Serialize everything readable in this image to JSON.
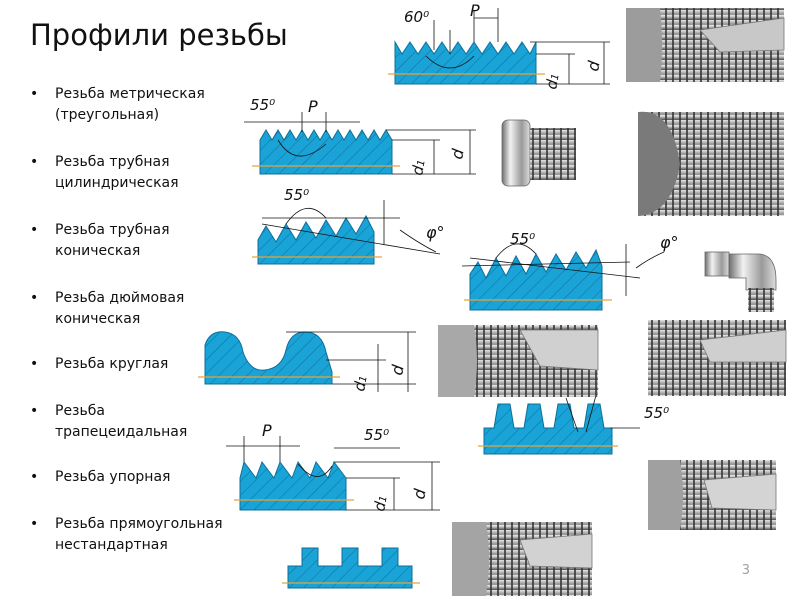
{
  "title": "Профили резьбы",
  "bullet_glyph": "•",
  "thread_types": [
    {
      "line1": "Резьба метрическая",
      "line2": "(треугольная)"
    },
    {
      "line1": "Резьба трубная",
      "line2": "цилиндрическая"
    },
    {
      "line1": "Резьба трубная",
      "line2": "коническая"
    },
    {
      "line1": "Резьба дюймовая",
      "line2": "коническая"
    },
    {
      "line1": "Резьба круглая",
      "line2": ""
    },
    {
      "line1": "Резьба",
      "line2": "трапецеидальная"
    },
    {
      "line1": "Резьба упорная",
      "line2": ""
    },
    {
      "line1": "Резьба прямоугольная",
      "line2": "нестандартная"
    }
  ],
  "labels": {
    "angle_60": "60⁰",
    "angle_55": "55⁰",
    "pitch": "P",
    "d": "d",
    "d1": "d",
    "d1_sub": "1",
    "phi": "φ°"
  },
  "page_number": "3",
  "colors": {
    "profile_fill": "#1aa3d6",
    "hatch": "#0d6f99",
    "axis": "#e8a33a",
    "metal_dark": "#5a5a5a",
    "metal_light": "#d8d8d8"
  }
}
